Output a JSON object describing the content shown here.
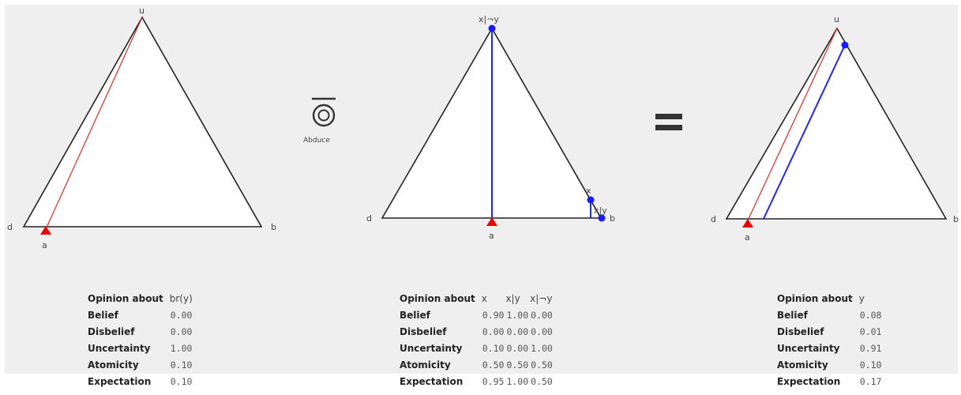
{
  "triangle_labels": {
    "top": "u",
    "left": "d",
    "right": "b",
    "base": "a"
  },
  "operator": {
    "label": "Abduce",
    "result_symbol": "equals"
  },
  "middle_point_labels": {
    "top": "x|¬y",
    "x": "x",
    "x_given_y": "x|y"
  },
  "opinion_left": {
    "header": "Opinion about",
    "cols": [
      "br(y)"
    ],
    "rows": [
      {
        "label": "Belief",
        "values": [
          "0.00"
        ]
      },
      {
        "label": "Disbelief",
        "values": [
          "0.00"
        ]
      },
      {
        "label": "Uncertainty",
        "values": [
          "1.00"
        ]
      },
      {
        "label": "Atomicity",
        "values": [
          "0.10"
        ]
      },
      {
        "label": "Expectation",
        "values": [
          "0.10"
        ]
      }
    ]
  },
  "opinion_middle": {
    "header": "Opinion about",
    "cols": [
      "x",
      "x|y",
      "x|¬y"
    ],
    "rows": [
      {
        "label": "Belief",
        "values": [
          "0.90",
          "1.00",
          "0.00"
        ]
      },
      {
        "label": "Disbelief",
        "values": [
          "0.00",
          "0.00",
          "0.00"
        ]
      },
      {
        "label": "Uncertainty",
        "values": [
          "0.10",
          "0.00",
          "1.00"
        ]
      },
      {
        "label": "Atomicity",
        "values": [
          "0.50",
          "0.50",
          "0.50"
        ]
      },
      {
        "label": "Expectation",
        "values": [
          "0.95",
          "1.00",
          "0.50"
        ]
      }
    ]
  },
  "opinion_right": {
    "header": "Opinion about",
    "cols": [
      "y"
    ],
    "rows": [
      {
        "label": "Belief",
        "values": [
          "0.08"
        ]
      },
      {
        "label": "Disbelief",
        "values": [
          "0.01"
        ]
      },
      {
        "label": "Uncertainty",
        "values": [
          "0.91"
        ]
      },
      {
        "label": "Atomicity",
        "values": [
          "0.10"
        ]
      },
      {
        "label": "Expectation",
        "values": [
          "0.17"
        ]
      }
    ]
  },
  "colors": {
    "opinion_line": "#ee2222",
    "point": "#1a1aff",
    "base_rate_marker": "#ee0000"
  }
}
